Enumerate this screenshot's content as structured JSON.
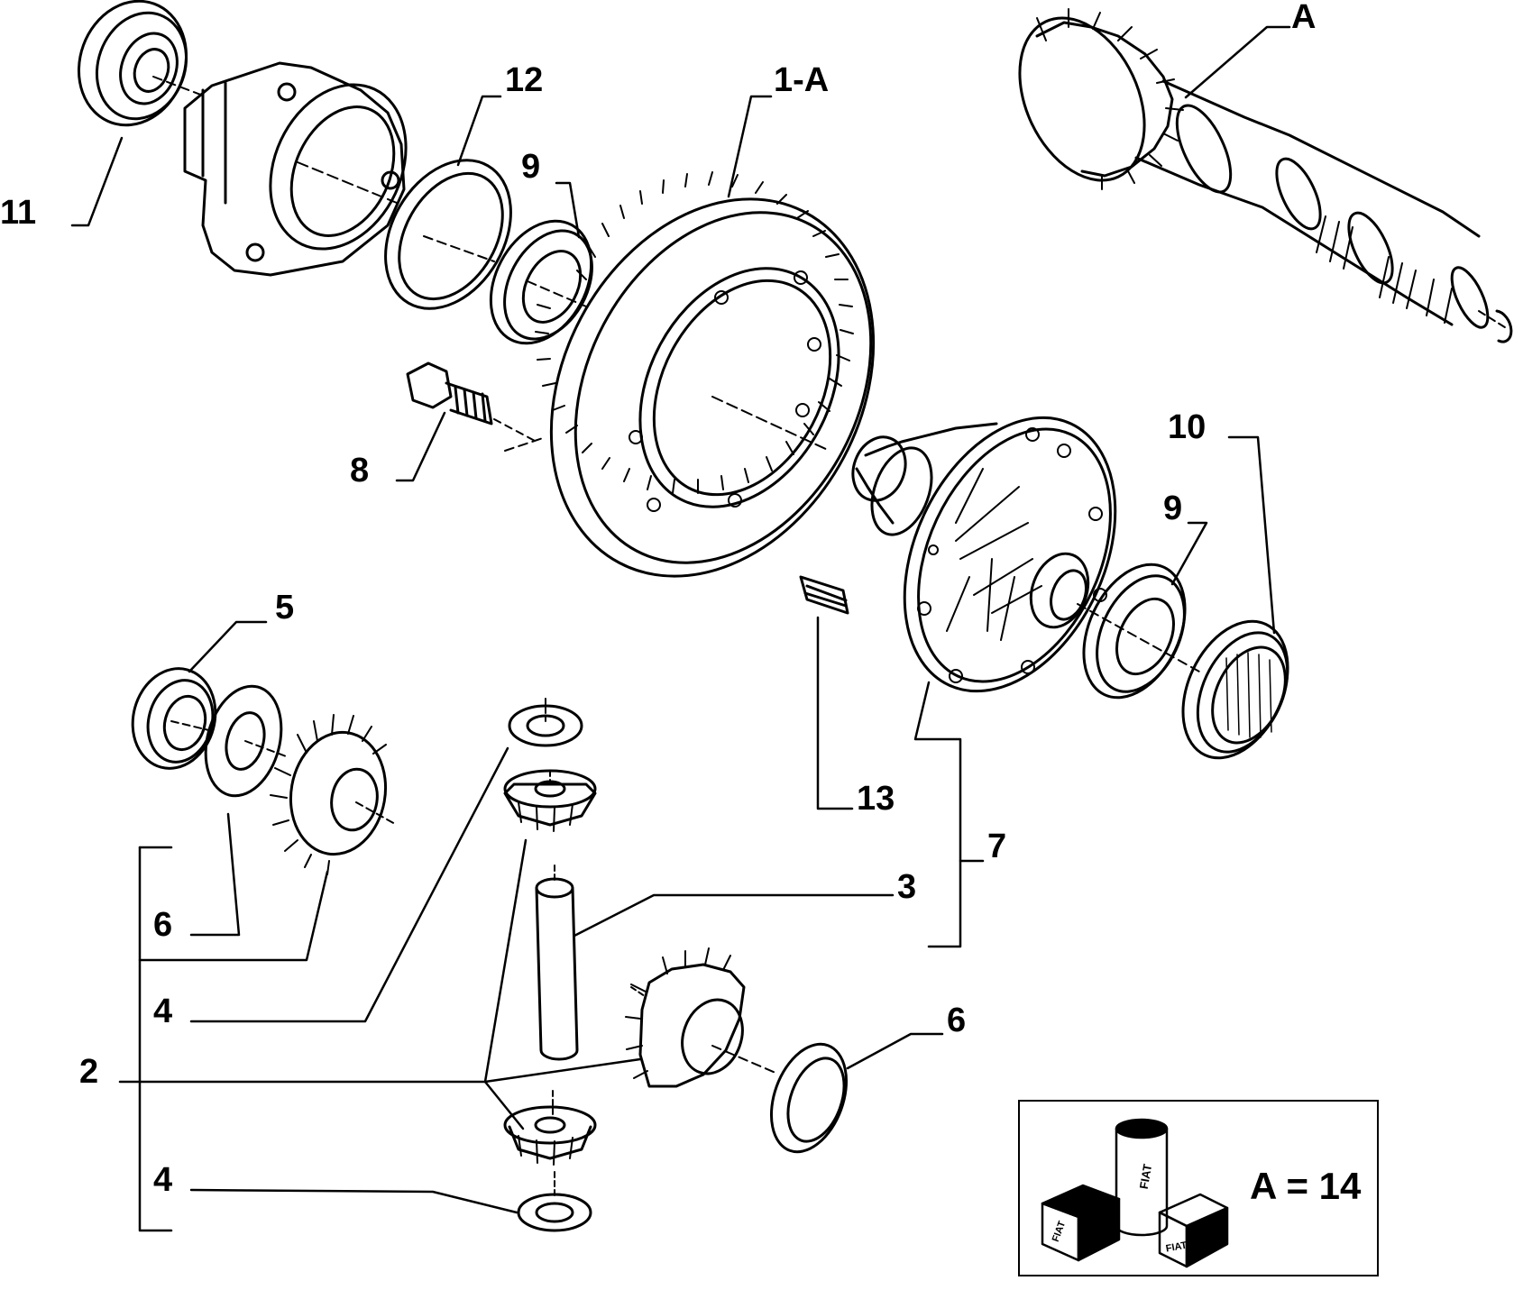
{
  "labels": {
    "l11": "11",
    "l12": "12",
    "l1A": "1-A",
    "lA": "A",
    "l9a": "9",
    "l9b": "9",
    "l10": "10",
    "l8": "8",
    "l5": "5",
    "l13": "13",
    "l7": "7",
    "l3": "3",
    "l6a": "6",
    "l6b": "6",
    "l4a": "4",
    "l4b": "4",
    "l2": "2"
  },
  "kit": {
    "equation": "A = 14",
    "brand_mark": "FIAT"
  }
}
